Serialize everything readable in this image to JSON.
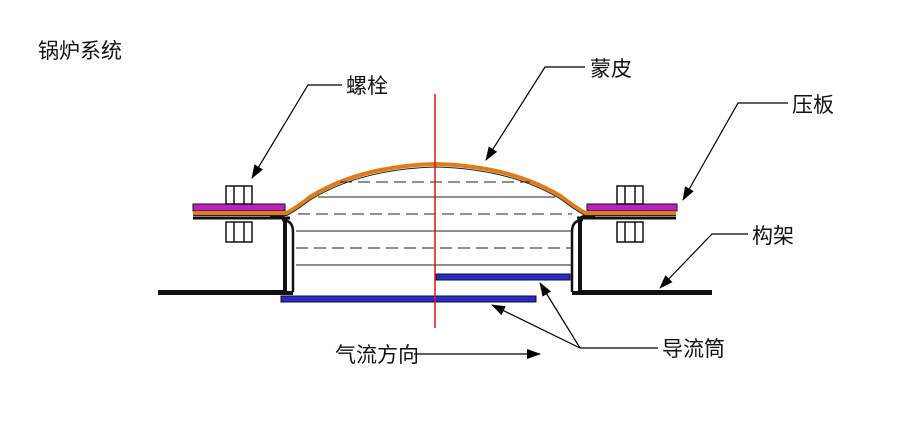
{
  "diagram": {
    "title": "锅炉系统",
    "labels": {
      "bolt": "螺栓",
      "skin": "蒙皮",
      "pressure_plate": "压板",
      "frame": "构架",
      "airflow_direction": "气流方向",
      "guide_tube": "导流筒"
    }
  },
  "colors": {
    "frame": "#111111",
    "skin": "#e07b1a",
    "pressure_plate": "#c020c0",
    "guide_tube": "#2a2ad0",
    "centerline": "#e01515",
    "leader": "#000000"
  }
}
